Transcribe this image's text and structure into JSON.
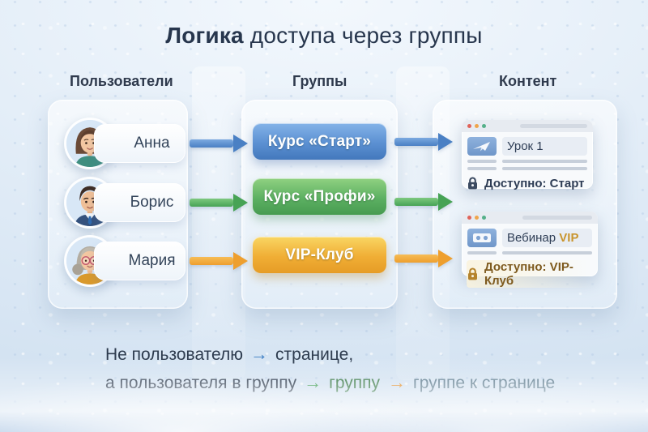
{
  "title": {
    "emphasis": "Логика",
    "rest": " доступа через группы"
  },
  "columns": {
    "users": "Пользователи",
    "groups": "Группы",
    "content": "Контент"
  },
  "users": {
    "items": [
      {
        "name": "Анна",
        "avatar": "woman-brown-hair-teal-top"
      },
      {
        "name": "Борис",
        "avatar": "man-dark-hair-navy-suit"
      },
      {
        "name": "Мария",
        "avatar": "senior-woman-glasses-mustard-top"
      }
    ]
  },
  "groups": {
    "items": [
      {
        "label": "Курс «Старт»",
        "color": "#4a80c4"
      },
      {
        "label": "Курс «Профи»",
        "color": "#47a355"
      },
      {
        "label": "VIP-Клуб",
        "color": "#ee9f2e"
      }
    ]
  },
  "content": {
    "windows": [
      {
        "title": "Урок 1",
        "access": "Доступно: Старт",
        "accent": "#2e3d55",
        "thumbnail": "lesson-image-icon"
      },
      {
        "title": "Вебинар",
        "title_suffix": "VIP",
        "access": "Доступно: VIP-Клуб",
        "accent": "#b5832c",
        "thumbnail": "webinar-video-icon"
      }
    ]
  },
  "footer": {
    "line1": {
      "text1": "Не пользователю",
      "arrow": "→",
      "text2": "странице,"
    },
    "line2": {
      "text1": "а пользователя в группу",
      "arrow1": "→",
      "word": "группу",
      "arrow2": "→",
      "text2": "группе к странице"
    }
  },
  "icons": {
    "window_controls": [
      "red-dot",
      "yellow-dot",
      "green-dot"
    ],
    "lock": "lock-icon",
    "flow_arrows": [
      "blue",
      "green",
      "orange"
    ]
  }
}
